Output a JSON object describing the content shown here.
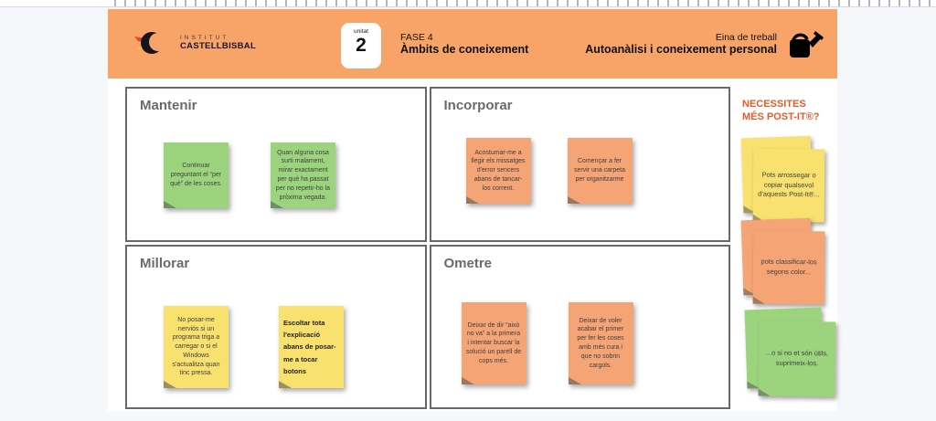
{
  "header": {
    "logo_line1": "INSTITUT",
    "logo_line2": "CASTELLBISBAL",
    "unit_label": "unitat",
    "unit_number": "2",
    "phase_label": "FASE 4",
    "phase_title": "Àmbits de coneixement",
    "tool_label": "Eina de treball",
    "tool_title": "Autoanàlisi i coneixement personal"
  },
  "board": {
    "quadrants": [
      {
        "id": "mantenir",
        "title": "Mantenir",
        "notes": [
          {
            "color": "green",
            "text": "Continuar preguntant el “per què” de les coses."
          },
          {
            "color": "green",
            "text": "Quan alguna cosa surti malament, mirar exactament per què ha passat per no repetir-ho la pròxima vegada."
          }
        ]
      },
      {
        "id": "incorporar",
        "title": "Incorporar",
        "notes": [
          {
            "color": "orange",
            "text": "Acostumar-me a llegir els missatges d'error sencers abans de tancar-los corrent."
          },
          {
            "color": "orange",
            "text": "Començar a fer servir una carpeta per organitzarme"
          }
        ]
      },
      {
        "id": "millorar",
        "title": "Millorar",
        "notes": [
          {
            "color": "yellow",
            "text": "No posar-me nerviós si un programa triga a carregar o si el Windows s'actualitza quan tinc pressa."
          },
          {
            "color": "yellow",
            "text": "Escoltar tota l'explicació abans de posar-me a tocar botons"
          }
        ]
      },
      {
        "id": "ometre",
        "title": "Ometre",
        "notes": [
          {
            "color": "orange",
            "text": "Deixar de dir “això no va” a la primera i intentar buscar la solució un parell de cops més."
          },
          {
            "color": "orange",
            "text": "Deixar de voler acabar el primer per fer les coses amb més cura i que no sobrin cargols."
          }
        ]
      }
    ]
  },
  "sidebar": {
    "title": "NECESSITES MÉS POST-IT®?",
    "stacks": [
      {
        "color": "yellow",
        "text": "Pots arrossegar o copiar qualsevol d'aquests Post-It®..."
      },
      {
        "color": "orange",
        "text": "pots classificar-los segons color..."
      },
      {
        "color": "green",
        "text": "...o si no et són útils, suprimeix-los."
      }
    ]
  },
  "colors": {
    "header_orange": "#F8A469",
    "note_green": "#9CD47E",
    "note_orange": "#F5A475",
    "note_yellow": "#F8E16E",
    "accent_red": "#E85A28",
    "grid_border": "#686868"
  }
}
